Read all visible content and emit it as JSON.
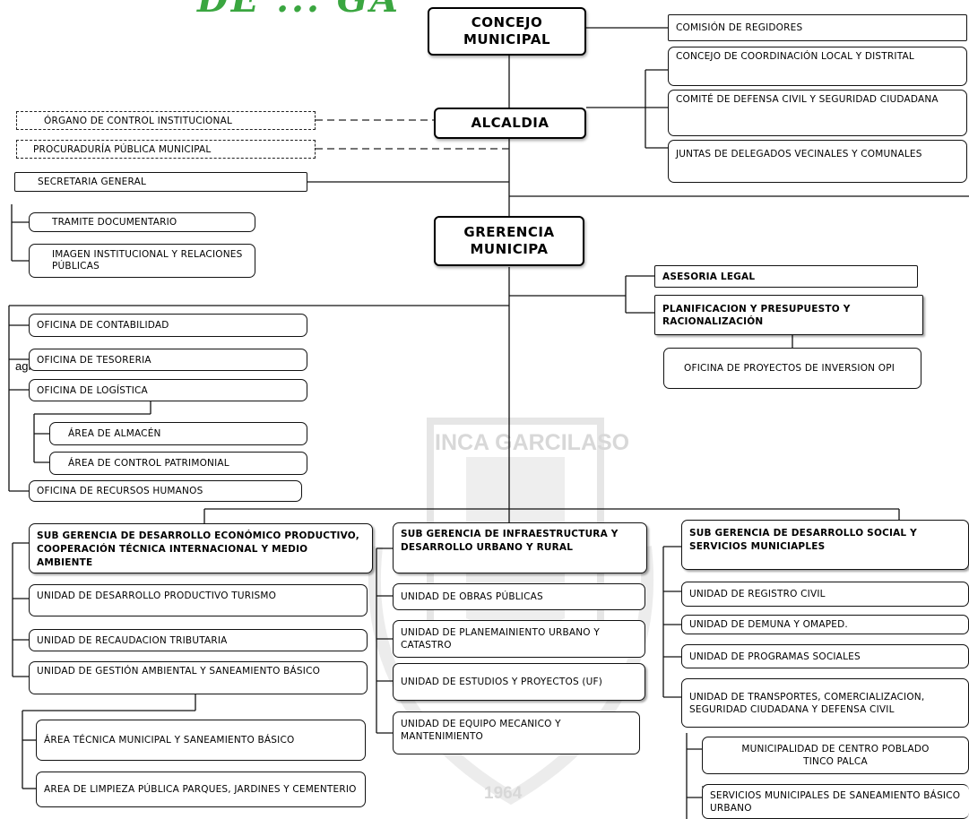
{
  "header": {
    "title": "DE ... GA"
  },
  "watermark": {
    "text": "INCA GARCILASO",
    "year": "1964",
    "colors": {
      "watermark": "#d8d8d8",
      "header": "#3aa640"
    }
  },
  "stray_text": "agra",
  "nodes": {
    "concejo": "CONCEJO MUNICIPAL",
    "alcaldia": "ALCALDIA",
    "gerencia": "GRERENCIA MUNICIPA",
    "comision": "COMISIÓN DE REGIDORES",
    "coordinacion": "CONCEJO DE COORDINACIÓN LOCAL Y DISTRITAL",
    "defensa_civil": "COMITÉ DE DEFENSA CIVIL Y SEGURIDAD CIUDADANA",
    "juntas": "JUNTAS DE DELEGADOS VECINALES Y COMUNALES",
    "oci": "ÓRGANO DE CONTROL INSTITUCIONAL",
    "procuraduria": "PROCURADURÍA PÚBLICA MUNICIPAL",
    "secretaria": "SECRETARIA   GENERAL",
    "tramite": "TRAMITE DOCUMENTARIO",
    "imagen": "IMAGEN INSTITUCIONAL  Y RELACIONES  PÚBLICAS",
    "asesoria": "ASESORIA LEGAL",
    "planificacion": "PLANIFICACION Y PRESUPUESTO Y RACIONALIZACIÓN",
    "opi": "OFICINA DE PROYECTOS DE INVERSION OPI",
    "contabilidad": "OFICINA DE CONTABILIDAD",
    "tesoreria": "OFICINA  DE TESORERIA",
    "logistica": "OFICINA DE LOGÍSTICA",
    "almacen": "ÁREA DE ALMACÉN",
    "patrimonial": "ÁREA DE CONTROL PATRIMONIAL",
    "rrhh": "OFICINA DE RECURSOS HUMANOS",
    "sg_economico": "SUB GERENCIA DE DESARROLLO ECONÓMICO PRODUCTIVO, COOPERACIÓN TÉCNICA INTERNACIONAL Y MEDIO AMBIENTE",
    "u_productivo": "UNIDAD DE DESARROLLO PRODUCTIVO TURISMO",
    "u_recaudacion": "UNIDAD DE RECAUDACION TRIBUTARIA",
    "u_ambiental": "UNIDAD DE GESTIÓN AMBIENTAL Y SANEAMIENTO BÁSICO",
    "a_tecnica": "ÁREA TÉCNICA MUNICIPAL  Y SANEAMIENTO BÁSICO",
    "a_limpieza": "AREA DE LIMPIEZA PÚBLICA PARQUES, JARDINES Y CEMENTERIO",
    "sg_infra": "SUB GERENCIA DE INFRAESTRUCTURA Y DESARROLLO  URBANO Y RURAL",
    "u_obras": "UNIDAD DE OBRAS PÚBLICAS",
    "u_planeamiento": "UNIDAD DE PLANEMAINIENTO URBANO Y CATASTRO",
    "u_estudios": "UNIDAD DE ESTUDIOS Y PROYECTOS (UF)",
    "u_equipo": "UNIDAD DE EQUIPO MECANICO Y MANTENIMIENTO",
    "sg_social": "SUB GERENCIA DE DESARROLLO SOCIAL Y SERVICIOS MUNICIAPLES",
    "u_registro": "UNIDAD DE REGISTRO CIVIL",
    "u_demuna": "UNIDAD DE DEMUNA Y OMAPED.",
    "u_programas": "UNIDAD DE PROGRAMAS SOCIALES",
    "u_transportes": "UNIDAD DE TRANSPORTES, COMERCIALIZACION, SEGURIDAD CIUDADANA Y DEFENSA CIVIL",
    "centro_poblado": "MUNICIPALIDAD DE CENTRO POBLADO TINCO PALCA",
    "servicios_saneamiento": "SERVICIOS  MUNICIPALES DE SANEAMIENTO BÁSICO URBANO"
  }
}
